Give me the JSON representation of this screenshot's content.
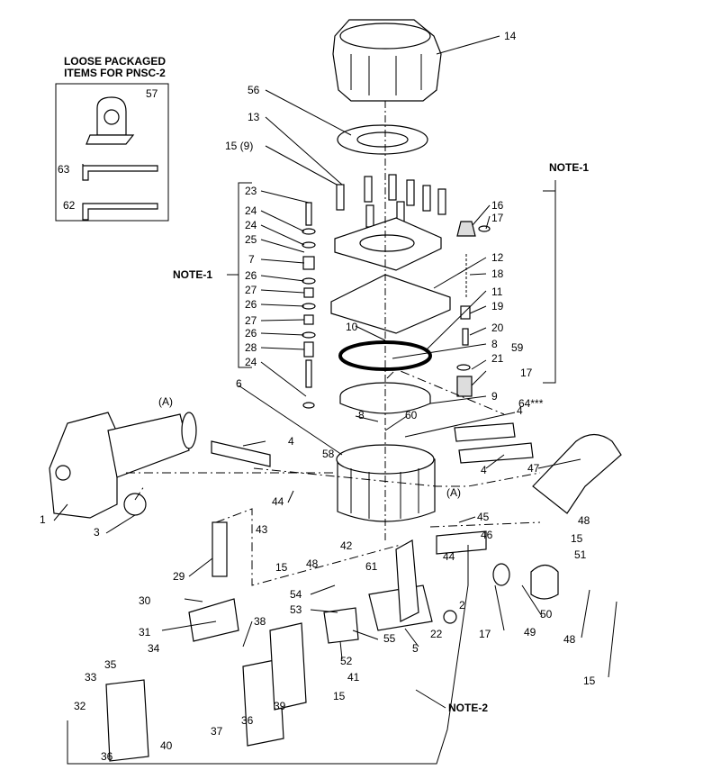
{
  "loose_items": {
    "title_line1": "LOOSE PACKAGED",
    "title_line2": "ITEMS FOR PNSC-2",
    "items": [
      "57",
      "63",
      "62"
    ]
  },
  "notes": {
    "note1": "NOTE-1",
    "note2": "NOTE-2"
  },
  "callouts": [
    "14",
    "56",
    "13",
    "15 (9)",
    "23",
    "24",
    "24",
    "25",
    "7",
    "26",
    "27",
    "26",
    "27",
    "26",
    "28",
    "24",
    "16",
    "17",
    "12",
    "18",
    "11",
    "19",
    "10",
    "20",
    "8",
    "59",
    "21",
    "17",
    "6",
    "9",
    "64***",
    "8",
    "60",
    "(A)",
    "4",
    "4",
    "58",
    "4",
    "(A)",
    "47",
    "1",
    "3",
    "44",
    "45",
    "48",
    "15",
    "46",
    "43",
    "42",
    "15",
    "48",
    "44",
    "51",
    "29",
    "61",
    "54",
    "2",
    "53",
    "30",
    "50",
    "22",
    "17",
    "49",
    "31",
    "38",
    "55",
    "52",
    "5",
    "48",
    "34",
    "35",
    "41",
    "33",
    "15",
    "39",
    "15",
    "37",
    "36",
    "32",
    "40",
    "36"
  ]
}
